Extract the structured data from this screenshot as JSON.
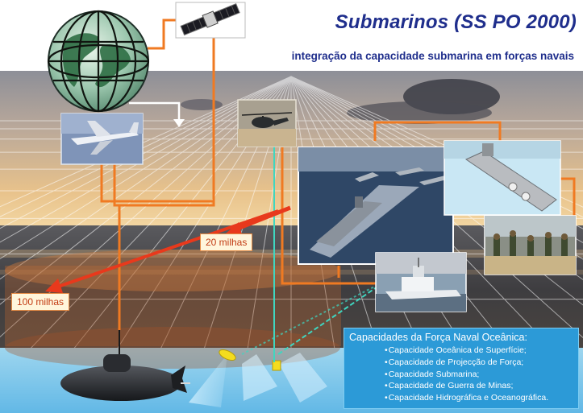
{
  "header": {
    "title": "Submarinos (SS PO 2000)",
    "subtitle": "integração da capacidade submarina em forças navais"
  },
  "ranges": {
    "near": "20 milhas",
    "far": "100 milhas"
  },
  "capabilities": {
    "heading": "Capacidades da Força Naval Oceânica:",
    "items": [
      "Capacidade Oceânica de Superfície;",
      "Capacidade de Projecção de Força;",
      "Capacidade Submarina;",
      "Capacidade de Guerra de Minas;",
      "Capacidade Hidrográfica e Oceanográfica."
    ]
  },
  "colors": {
    "title": "#1f2e8c",
    "link_line": "#f07a22",
    "signal_line": "#3fd6c0",
    "range_arrow": "#e8391c",
    "capability_box": "#2c9ad7"
  },
  "icons": [
    "globe-icon",
    "satellite-icon",
    "aircraft-icon",
    "helicopter-icon",
    "fleet-icon",
    "frigate-icon",
    "marines-icon",
    "survey-ship-icon",
    "submarine-icon",
    "sonar-icon"
  ]
}
